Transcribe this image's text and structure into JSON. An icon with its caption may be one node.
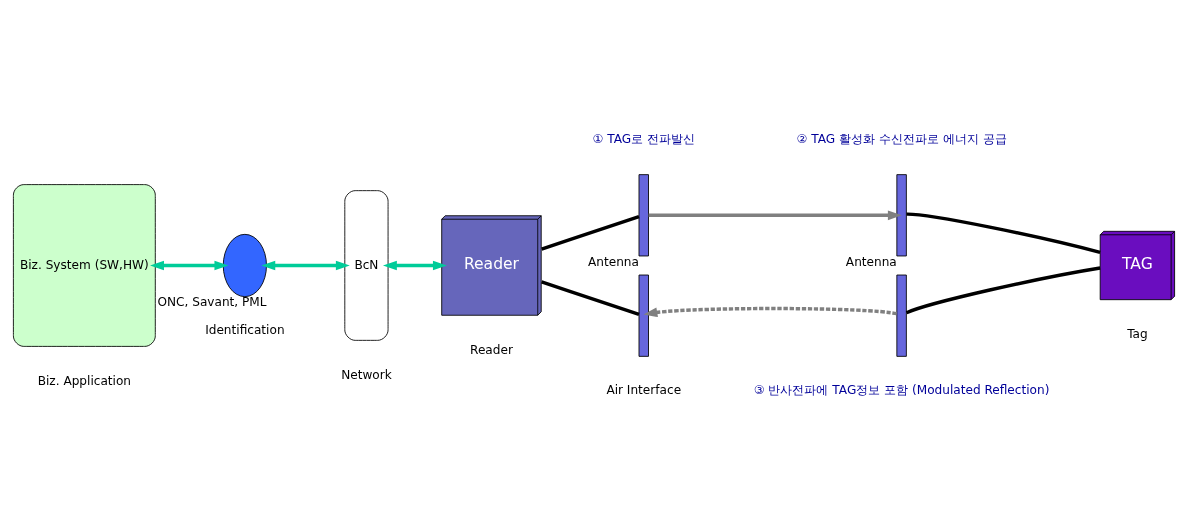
{
  "diagram": {
    "nodes": [
      {
        "text": [
          "Biz. System (SW,HW)"
        ]
      },
      {
        "text": [],
        "shape": "circle",
        "beside": [
          "ONC, Savant, PML"
        ]
      },
      {
        "text": [
          "BcN"
        ]
      },
      {
        "text": [
          "Reader"
        ]
      },
      {
        "text": [],
        "shape": "bar",
        "beside": [
          "Antenna"
        ]
      },
      {
        "text": [],
        "shape": "bar"
      },
      {
        "text": [],
        "shape": "bar",
        "beside": [
          "Antenna"
        ]
      },
      {
        "text": [],
        "shape": "bar"
      },
      {
        "text": [
          "TAG"
        ]
      }
    ],
    "edges": [
      {
        "from": 0,
        "to": 1,
        "arrow": "both",
        "color": "#00cc99"
      },
      {
        "from": 1,
        "to": 2,
        "arrow": "both",
        "color": "#00cc99"
      },
      {
        "from": 2,
        "to": 3,
        "arrow": "both",
        "color": "#00cc99"
      },
      {
        "from": 3,
        "to": 4,
        "arrow": "none"
      },
      {
        "from": 3,
        "to": 5,
        "arrow": "none"
      },
      {
        "from": 4,
        "to": 6,
        "arrow": "to",
        "color": "#808080"
      },
      {
        "from": 7,
        "to": 5,
        "arrow": "to",
        "style": "dashed",
        "color": "#808080"
      },
      {
        "from": 8,
        "to": 6,
        "arrow": "none"
      },
      {
        "from": 8,
        "to": 7,
        "arrow": "none"
      }
    ],
    "labels": [
      "① TAG로 전파발신",
      "② TAG 활성화 수신전파로 에너지 공급",
      "③ 반사전파에 TAG정보 포함 (Modulated Reflection)",
      "Biz. Application",
      "Identification",
      "Network",
      "Reader",
      "Air Interface",
      "Tag"
    ]
  }
}
